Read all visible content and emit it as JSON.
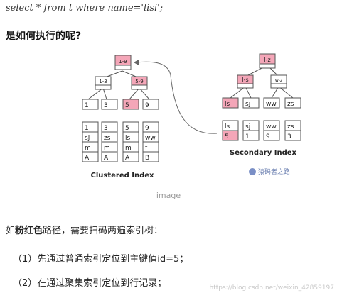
{
  "sql": "select * from t where name='lisi';",
  "heading": "是如何执行的呢?",
  "diagram": {
    "clustered": {
      "root": "1-9",
      "mid_left": "1-3",
      "mid_right": "5-9",
      "leaf_keys": [
        "1",
        "3",
        "5",
        "9"
      ],
      "rows": [
        [
          "1",
          "sj",
          "m",
          "A"
        ],
        [
          "3",
          "zs",
          "m",
          "A"
        ],
        [
          "5",
          "ls",
          "m",
          "A"
        ],
        [
          "9",
          "ww",
          "f",
          "B"
        ]
      ],
      "label": "Clustered Index"
    },
    "secondary": {
      "root": "l-z",
      "mid_left": "l-s",
      "mid_right": "w-z",
      "leaf_keys": [
        "ls",
        "sj",
        "ww",
        "zs"
      ],
      "rows": [
        [
          "ls",
          "5"
        ],
        [
          "sj",
          "1"
        ],
        [
          "ww",
          "9"
        ],
        [
          "zs",
          "3"
        ]
      ],
      "label": "Secondary Index"
    },
    "brand": "猿码者之路"
  },
  "caption": "image",
  "para1": {
    "prefix": "如",
    "bold": "粉红色",
    "suffix": "路径，需要扫码两遍索引树："
  },
  "step1": "（1）先通过普通索引定位到主键值id=5；",
  "step2": "（2）在通过聚集索引定位到行记录；",
  "watermark": "https://blog.csdn.net/weixin_42859197",
  "colors": {
    "highlight": "#f4a6b8",
    "box": "#ffffff",
    "stroke": "#555555",
    "header": "#e8e8e8"
  }
}
